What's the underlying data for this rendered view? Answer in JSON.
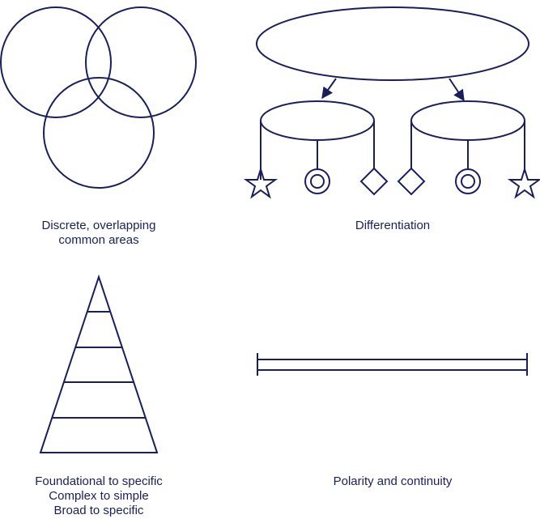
{
  "colors": {
    "line": "#1a1f5c",
    "background": "#ffffff"
  },
  "panels": {
    "venn": {
      "caption": [
        "Discrete, overlapping",
        "common areas"
      ]
    },
    "differentiation": {
      "caption": [
        "Differentiation"
      ]
    },
    "pyramid": {
      "caption": [
        "Foundational to specific",
        "Complex to simple",
        "Broad to specific"
      ]
    },
    "polarity": {
      "caption": [
        "Polarity and continuity"
      ]
    }
  }
}
